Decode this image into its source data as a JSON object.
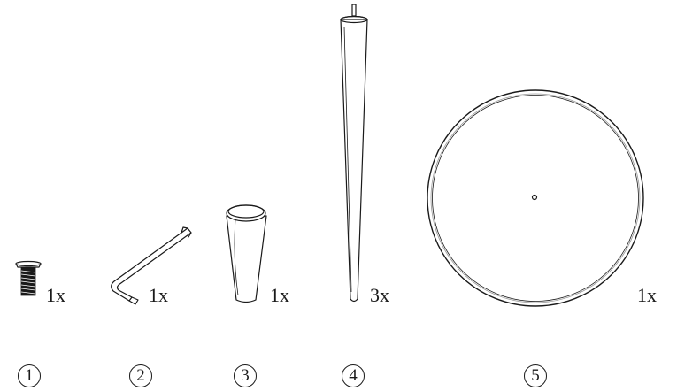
{
  "parts": [
    {
      "number": "1",
      "quantity": "1x",
      "part": "screw"
    },
    {
      "number": "2",
      "quantity": "1x",
      "part": "hex-key"
    },
    {
      "number": "3",
      "quantity": "1x",
      "part": "connector"
    },
    {
      "number": "4",
      "quantity": "3x",
      "part": "leg"
    },
    {
      "number": "5",
      "quantity": "1x",
      "part": "tabletop"
    }
  ]
}
